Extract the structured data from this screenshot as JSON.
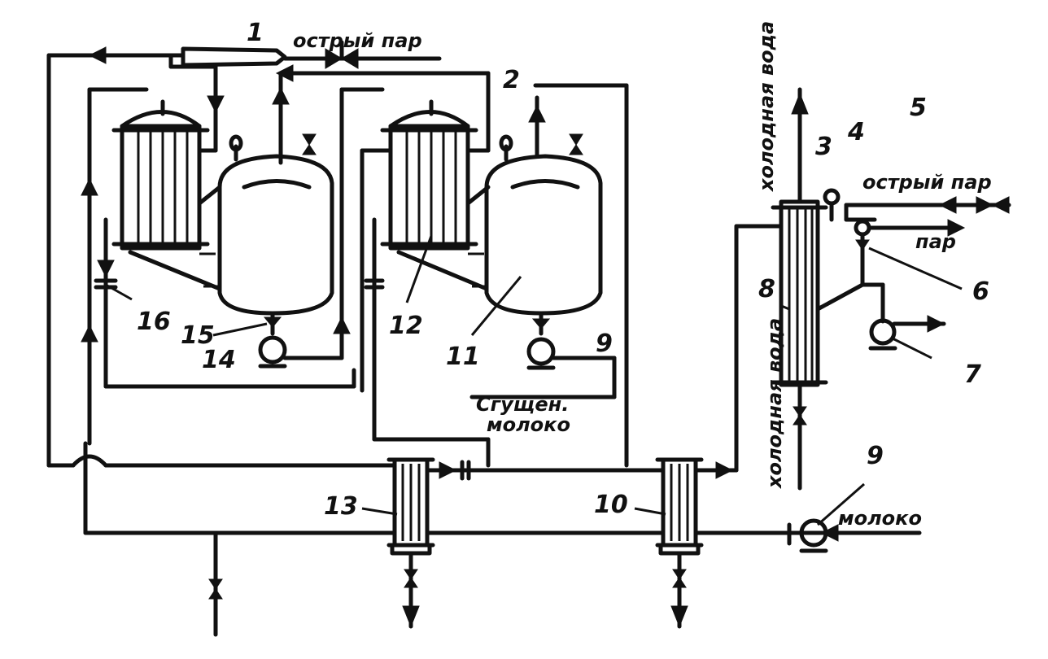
{
  "labels": {
    "steam_top": "острый пар",
    "steam_right": "острый пар",
    "steam_out": "пар",
    "hot_water": "холодная вода",
    "cold_water": "холодная вода",
    "condensed_milk_line1": "Сгущен.",
    "condensed_milk_line2": "молоко",
    "milk": "молоко"
  },
  "numbers": {
    "n1": "1",
    "n2": "2",
    "n3": "3",
    "n4": "4",
    "n5": "5",
    "n6": "6",
    "n7": "7",
    "n8": "8",
    "n9a": "9",
    "n9b": "9",
    "n10": "10",
    "n11": "11",
    "n12": "12",
    "n13": "13",
    "n14": "14",
    "n15": "15",
    "n16": "16"
  }
}
